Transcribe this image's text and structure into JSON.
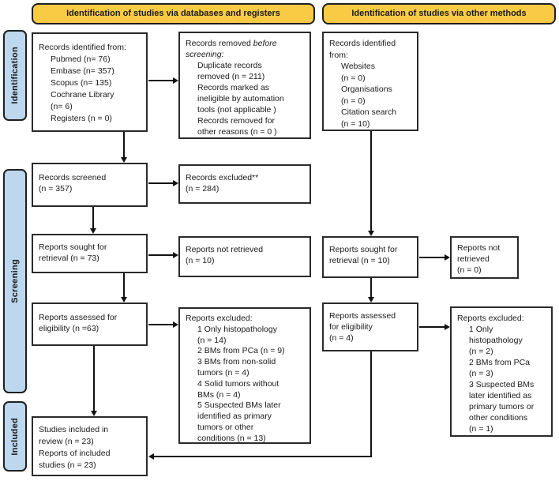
{
  "headers": {
    "databases": "Identification of studies via databases and registers",
    "other_methods": "Identification of studies via other methods"
  },
  "stage_labels": {
    "identification": "Identification",
    "screening": "Screening",
    "included": "Included"
  },
  "colors": {
    "header_bg": "#F9CB45",
    "stage_bg": "#BDD7EE",
    "box_border": "#2a2a2a",
    "arrow": "#111111"
  },
  "boxes": {
    "records_identified_db": {
      "title": "Records identified from:",
      "items": [
        "Pubmed (n= 76)",
        "Embase (n= 357)",
        "Scopus (n= 135)",
        "Cochrane Library",
        "(n= 6)",
        "Registers (n = 0)"
      ]
    },
    "records_removed": {
      "line1_text": "Records removed ",
      "line1_italic": "before",
      "line2_italic": "screening:",
      "items": [
        "Duplicate records",
        "removed (n = 211)",
        "Records marked as",
        "ineligible by automation",
        "tools (not applicable )",
        "Records removed for",
        "other reasons (n = 0 )"
      ]
    },
    "records_identified_other": {
      "title_line1": "Records identified",
      "title_line2": "from:",
      "items": [
        "Websites",
        "(n = 0)",
        "Organisations",
        "(n = 0)",
        "Citation search",
        "(n = 10)"
      ]
    },
    "records_screened": {
      "lines": [
        "Records screened",
        "(n = 357)"
      ]
    },
    "records_excluded": {
      "lines": [
        "Records excluded**",
        "(n = 284)"
      ]
    },
    "reports_sought_db": {
      "lines": [
        "Reports sought for",
        "retrieval (n = 73)"
      ]
    },
    "reports_not_retrieved_db": {
      "lines": [
        "Reports not retrieved",
        "(n = 10)"
      ]
    },
    "reports_sought_other": {
      "lines": [
        "Reports sought for",
        "retrieval (n = 10)"
      ]
    },
    "reports_not_retrieved_other": {
      "lines": [
        "Reports not",
        "retrieved",
        "(n = 0)"
      ]
    },
    "reports_assessed_db": {
      "lines": [
        "Reports assessed for",
        "eligibility (n =63)"
      ]
    },
    "reports_excluded_db": {
      "title": "Reports excluded:",
      "items": [
        "1 Only histopathology",
        "(n = 14)",
        "2 BMs from PCa (n = 9)",
        "3 BMs from non-solid",
        "tumors (n = 4)",
        "4 Solid tumors without",
        "BMs (n = 4)",
        "5 Suspected BMs later",
        "identified as primary",
        "tumors or other",
        "conditions (n = 13)"
      ]
    },
    "reports_assessed_other": {
      "lines": [
        "Reports assessed",
        "for eligibility",
        "(n = 4)"
      ]
    },
    "reports_excluded_other": {
      "title": "Reports excluded:",
      "items": [
        "1 Only",
        "histopathology",
        "(n = 2)",
        "2 BMs from PCa",
        "(n = 3)",
        "3 Suspected BMs",
        "later identified as",
        "primary tumors or",
        "other conditions",
        "(n = 1)"
      ]
    },
    "studies_included": {
      "lines": [
        "Studies included in",
        "review (n = 23)",
        "Reports of included",
        "studies (n = 23)"
      ]
    }
  }
}
